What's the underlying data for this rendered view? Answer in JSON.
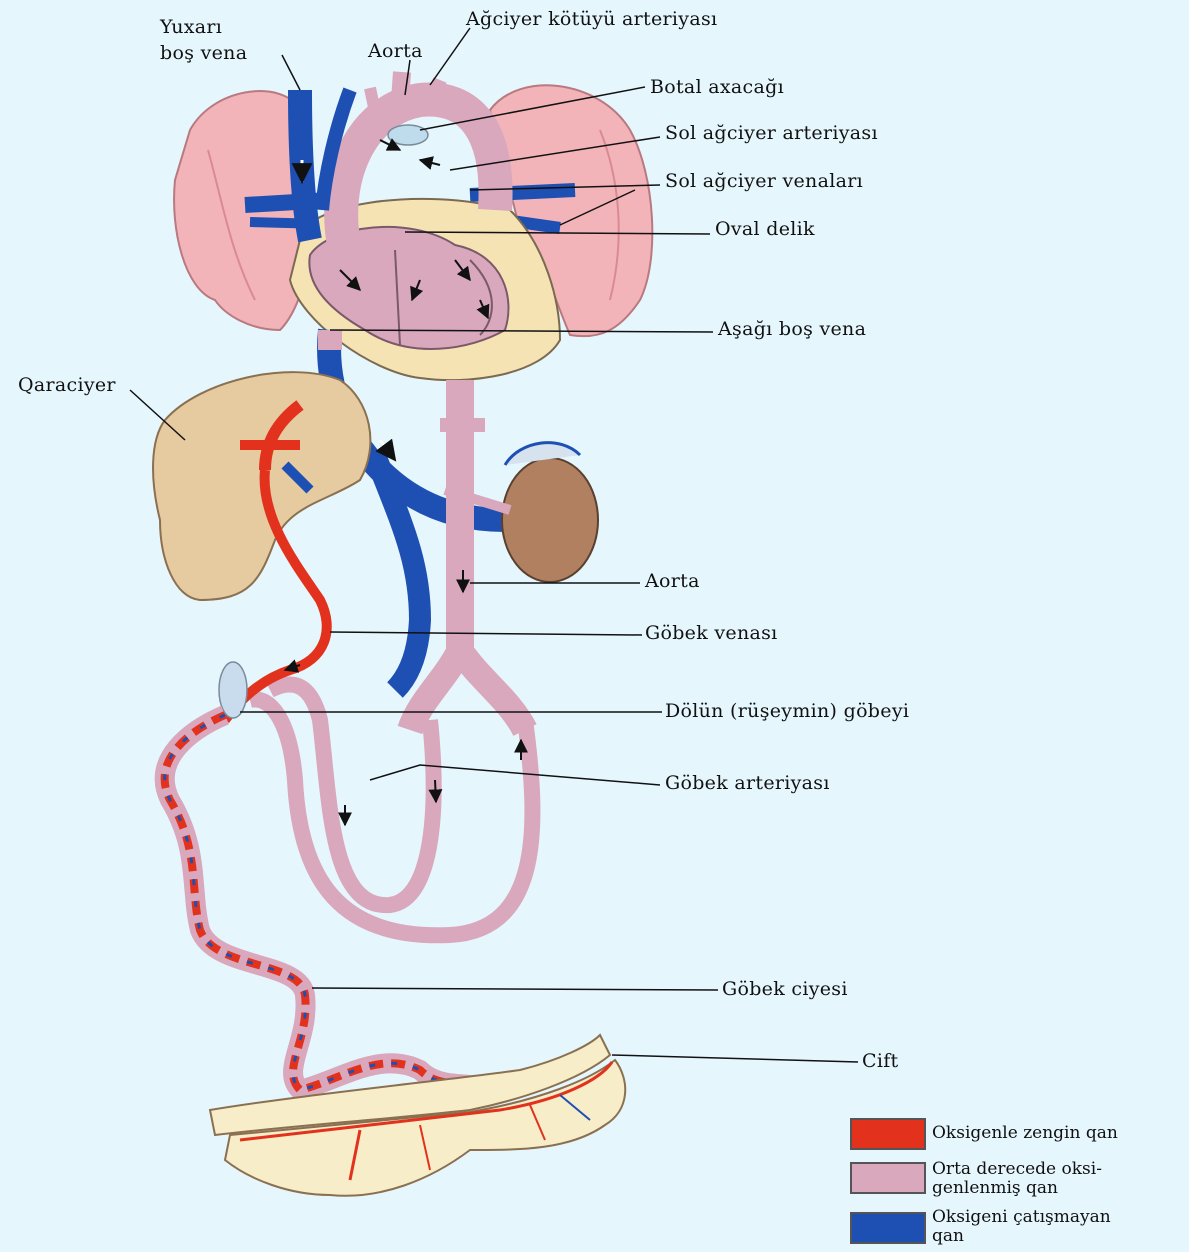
{
  "labels": {
    "sup_vena_1": "Yuxarı",
    "sup_vena_2": "boş vena",
    "aorta_top": "Aorta",
    "pulm_trunk": "Ağciyer kötüyü arteriyası",
    "botal": "Botal axacağı",
    "left_pulm_artery": "Sol ağciyer arteriyası",
    "left_pulm_veins": "Sol ağciyer venaları",
    "oval": "Oval delik",
    "inf_vena": "Aşağı boş vena",
    "liver": "Qaraciyer",
    "aorta_lower": "Aorta",
    "umb_vein": "Göbek venası",
    "fetal_navel": "Dölün (rüşeymin) göbeyi",
    "umb_artery": "Göbek arteriyası",
    "umb_cord": "Göbek ciyesi",
    "placenta": "Cift"
  },
  "legend": [
    {
      "label_1": "Oksigenle zengin qan",
      "label_2": "",
      "color": "#e2321e"
    },
    {
      "label_1": "Orta derecede oksi-",
      "label_2": "genlenmiş qan",
      "color": "#d9a8bd"
    },
    {
      "label_1": "Oksigeni çatışmayan",
      "label_2": "qan",
      "color": "#1e50b4"
    }
  ],
  "colors": {
    "background": "#e6f6fd",
    "oxygen_rich": "#e2321e",
    "mixed": "#d9a8bd",
    "oxygen_poor": "#1e50b4",
    "lung": "#f2b4b8",
    "liver": "#e6caa0",
    "pericardium": "#f6e3b4",
    "placenta_tissue": "#f7edc8"
  }
}
